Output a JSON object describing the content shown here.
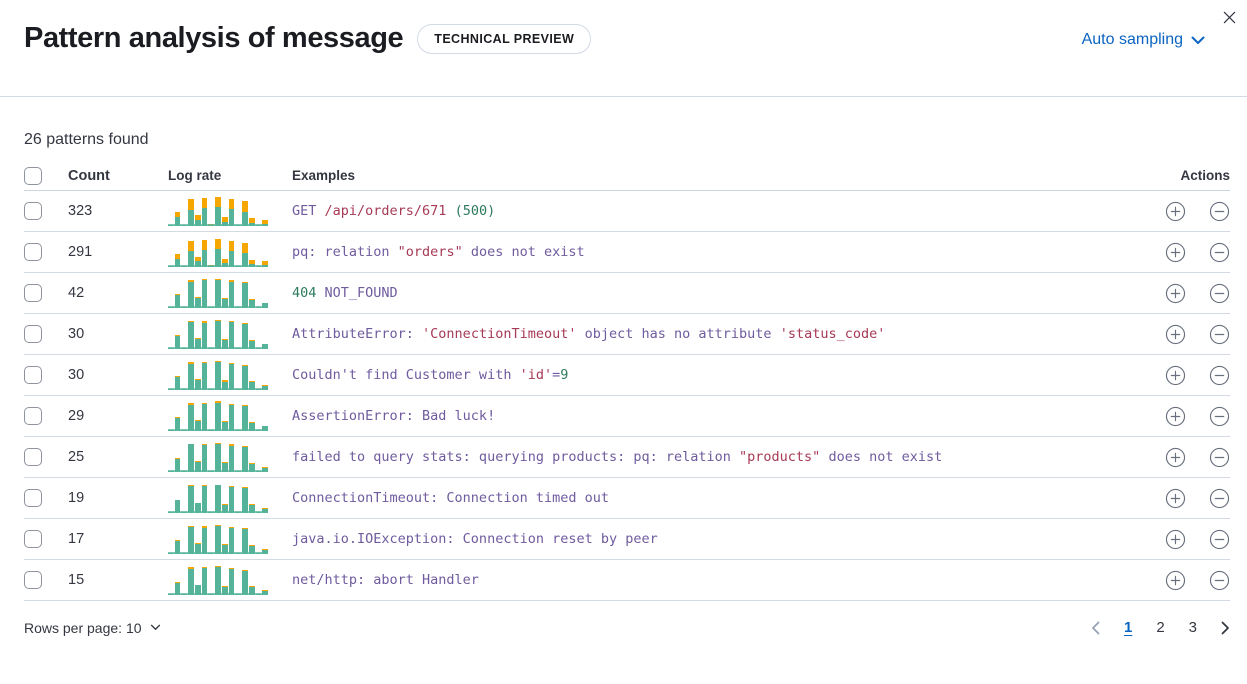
{
  "colors": {
    "accent": "#0b64c2",
    "teal": "#54b399",
    "orange": "#f5a700",
    "example_purple": "#6f5b9e",
    "example_red": "#a73a56",
    "example_green": "#2d7a5d",
    "divider": "#d3dae6",
    "text": "#343741",
    "title": "#1a1c21",
    "icon_gray": "#69707d",
    "disabled_gray": "#98a2b3"
  },
  "header": {
    "title": "Pattern analysis of message",
    "badge": "TECHNICAL PREVIEW",
    "sampling_label": "Auto sampling"
  },
  "summary": "26 patterns found",
  "table": {
    "headers": {
      "count": "Count",
      "log_rate": "Log rate",
      "examples": "Examples",
      "actions": "Actions"
    },
    "rows": [
      {
        "count": "323",
        "bars": [
          [
            3,
            0
          ],
          [
            30,
            17
          ],
          [
            2,
            0
          ],
          [
            55,
            36
          ],
          [
            20,
            16
          ],
          [
            60,
            34
          ],
          [
            3,
            4
          ],
          [
            62,
            36
          ],
          [
            15,
            14
          ],
          [
            58,
            32
          ],
          [
            2,
            3
          ],
          [
            48,
            36
          ],
          [
            10,
            16
          ],
          [
            2,
            0
          ],
          [
            8,
            12
          ]
        ],
        "example": [
          {
            "t": "GET ",
            "c": "p"
          },
          {
            "t": "/api/orders/671",
            "c": "r"
          },
          {
            "t": " ",
            "c": "p"
          },
          {
            "t": "(500)",
            "c": "g"
          }
        ]
      },
      {
        "count": "291",
        "bars": [
          [
            3,
            0
          ],
          [
            28,
            16
          ],
          [
            2,
            0
          ],
          [
            52,
            34
          ],
          [
            19,
            15
          ],
          [
            58,
            33
          ],
          [
            3,
            4
          ],
          [
            60,
            34
          ],
          [
            14,
            13
          ],
          [
            55,
            31
          ],
          [
            2,
            3
          ],
          [
            46,
            34
          ],
          [
            10,
            15
          ],
          [
            2,
            0
          ],
          [
            8,
            11
          ]
        ],
        "example": [
          {
            "t": "pq: relation ",
            "c": "p"
          },
          {
            "t": "\"orders\"",
            "c": "r"
          },
          {
            "t": " does not exist",
            "c": "p"
          }
        ]
      },
      {
        "count": "42",
        "bars": [
          [
            3,
            0
          ],
          [
            44,
            3
          ],
          [
            2,
            0
          ],
          [
            88,
            4
          ],
          [
            34,
            3
          ],
          [
            92,
            6
          ],
          [
            4,
            1
          ],
          [
            94,
            4
          ],
          [
            30,
            3
          ],
          [
            88,
            5
          ],
          [
            3,
            1
          ],
          [
            84,
            4
          ],
          [
            28,
            3
          ],
          [
            2,
            0
          ],
          [
            16,
            2
          ]
        ],
        "example": [
          {
            "t": "404",
            "c": "g"
          },
          {
            "t": " NOT_FOUND",
            "c": "p"
          }
        ]
      },
      {
        "count": "30",
        "bars": [
          [
            3,
            1
          ],
          [
            44,
            2
          ],
          [
            3,
            1
          ],
          [
            90,
            3
          ],
          [
            35,
            2
          ],
          [
            88,
            4
          ],
          [
            4,
            1
          ],
          [
            93,
            3
          ],
          [
            30,
            4
          ],
          [
            89,
            3
          ],
          [
            3,
            1
          ],
          [
            82,
            4
          ],
          [
            28,
            3
          ],
          [
            3,
            1
          ],
          [
            16,
            2
          ]
        ],
        "example": [
          {
            "t": "AttributeError: ",
            "c": "p"
          },
          {
            "t": "'ConnectionTimeout'",
            "c": "r"
          },
          {
            "t": " object has no attribute ",
            "c": "p"
          },
          {
            "t": "'status_code'",
            "c": "r"
          }
        ]
      },
      {
        "count": "30",
        "bars": [
          [
            3,
            0
          ],
          [
            42,
            6
          ],
          [
            2,
            1
          ],
          [
            86,
            6
          ],
          [
            33,
            3
          ],
          [
            90,
            4
          ],
          [
            4,
            1
          ],
          [
            92,
            4
          ],
          [
            28,
            4
          ],
          [
            87,
            4
          ],
          [
            3,
            1
          ],
          [
            80,
            5
          ],
          [
            26,
            4
          ],
          [
            2,
            1
          ],
          [
            15,
            3
          ]
        ],
        "example": [
          {
            "t": "Couldn't find Customer with ",
            "c": "p"
          },
          {
            "t": "'id'",
            "c": "r"
          },
          {
            "t": "=",
            "c": "p"
          },
          {
            "t": "9",
            "c": "g"
          }
        ]
      },
      {
        "count": "29",
        "bars": [
          [
            3,
            1
          ],
          [
            43,
            4
          ],
          [
            3,
            1
          ],
          [
            88,
            5
          ],
          [
            34,
            3
          ],
          [
            89,
            4
          ],
          [
            4,
            1
          ],
          [
            95,
            4
          ],
          [
            29,
            3
          ],
          [
            86,
            4
          ],
          [
            3,
            1
          ],
          [
            83,
            4
          ],
          [
            27,
            4
          ],
          [
            2,
            1
          ],
          [
            16,
            2
          ]
        ],
        "example": [
          {
            "t": "AssertionError: Bad luck!",
            "c": "p"
          }
        ]
      },
      {
        "count": "25",
        "bars": [
          [
            3,
            0
          ],
          [
            44,
            2
          ],
          [
            2,
            1
          ],
          [
            92,
            3
          ],
          [
            34,
            2
          ],
          [
            90,
            4
          ],
          [
            4,
            1
          ],
          [
            94,
            4
          ],
          [
            29,
            3
          ],
          [
            88,
            4
          ],
          [
            3,
            1
          ],
          [
            84,
            3
          ],
          [
            27,
            3
          ],
          [
            2,
            1
          ],
          [
            15,
            2
          ]
        ],
        "example": [
          {
            "t": "failed to query stats: querying products: pq: relation ",
            "c": "p"
          },
          {
            "t": "\"products\"",
            "c": "r"
          },
          {
            "t": " does not exist",
            "c": "p"
          }
        ]
      },
      {
        "count": "19",
        "bars": [
          [
            3,
            1
          ],
          [
            42,
            3
          ],
          [
            2,
            0
          ],
          [
            89,
            4
          ],
          [
            33,
            2
          ],
          [
            91,
            3
          ],
          [
            4,
            1
          ],
          [
            92,
            3
          ],
          [
            28,
            3
          ],
          [
            87,
            4
          ],
          [
            3,
            1
          ],
          [
            82,
            4
          ],
          [
            26,
            3
          ],
          [
            2,
            1
          ],
          [
            15,
            2
          ]
        ],
        "example": [
          {
            "t": "ConnectionTimeout: Connection timed out",
            "c": "p"
          }
        ]
      },
      {
        "count": "17",
        "bars": [
          [
            3,
            1
          ],
          [
            43,
            4
          ],
          [
            2,
            1
          ],
          [
            90,
            3
          ],
          [
            34,
            3
          ],
          [
            88,
            4
          ],
          [
            4,
            1
          ],
          [
            93,
            4
          ],
          [
            29,
            3
          ],
          [
            86,
            3
          ],
          [
            3,
            1
          ],
          [
            83,
            4
          ],
          [
            27,
            3
          ],
          [
            2,
            0
          ],
          [
            15,
            2
          ]
        ],
        "example": [
          {
            "t": "java.io.IOException: Connection reset by peer",
            "c": "p"
          }
        ]
      },
      {
        "count": "15",
        "bars": [
          [
            3,
            2
          ],
          [
            40,
            4
          ],
          [
            2,
            1
          ],
          [
            88,
            4
          ],
          [
            33,
            2
          ],
          [
            90,
            4
          ],
          [
            4,
            1
          ],
          [
            92,
            4
          ],
          [
            28,
            3
          ],
          [
            86,
            4
          ],
          [
            3,
            1
          ],
          [
            81,
            4
          ],
          [
            26,
            3
          ],
          [
            2,
            1
          ],
          [
            14,
            2
          ]
        ],
        "example": [
          {
            "t": "net/http: abort Handler",
            "c": "p"
          }
        ]
      }
    ]
  },
  "footer": {
    "rows_per_page_label": "Rows per page: 10",
    "pagination": {
      "pages": [
        "1",
        "2",
        "3"
      ],
      "active": "1"
    }
  }
}
